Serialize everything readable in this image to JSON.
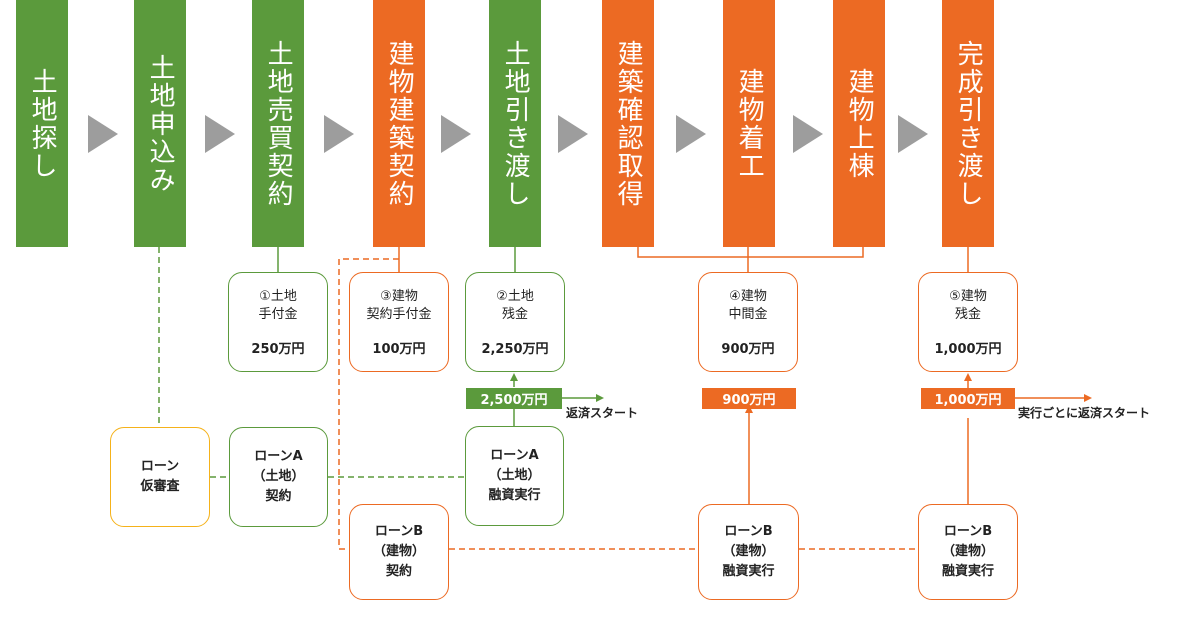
{
  "stages": [
    {
      "label": "土地探し"
    },
    {
      "label": "土地申込み"
    },
    {
      "label": "土地売買契約"
    },
    {
      "label": "建物建築契約"
    },
    {
      "label": "土地引き渡し"
    },
    {
      "label": "建築確認取得"
    },
    {
      "label": "建物着工"
    },
    {
      "label": "建物上棟"
    },
    {
      "label": "完成引き渡し"
    }
  ],
  "payments": [
    {
      "l1": "①土地",
      "l2": "手付金",
      "amount": "250万円"
    },
    {
      "l1": "③建物",
      "l2": "契約手付金",
      "amount": "100万円"
    },
    {
      "l1": "②土地",
      "l2": "残金",
      "amount": "2,250万円"
    },
    {
      "l1": "④建物",
      "l2": "中間金",
      "amount": "900万円"
    },
    {
      "l1": "⑤建物",
      "l2": "残金",
      "amount": "1,000万円"
    }
  ],
  "loans": {
    "prescreen": {
      "l1": "ローン",
      "l2": "仮審査"
    },
    "a_contract": {
      "l1": "ローンA",
      "l2": "（土地）",
      "l3": "契約"
    },
    "a_exec": {
      "l1": "ローンA",
      "l2": "（土地）",
      "l3": "融資実行"
    },
    "b_contract": {
      "l1": "ローンB",
      "l2": "（建物）",
      "l3": "契約"
    },
    "b_exec1": {
      "l1": "ローンB",
      "l2": "（建物）",
      "l3": "融資実行"
    },
    "b_exec2": {
      "l1": "ローンB",
      "l2": "（建物）",
      "l3": "融資実行"
    }
  },
  "tags": {
    "a": "2,500万円",
    "b1": "900万円",
    "b2": "1,000万円"
  },
  "notes": {
    "repay_start": "返済スタート",
    "repay_each": "実行ごとに返済スタート"
  },
  "colors": {
    "green": "#5b9a3c",
    "orange": "#ec6a23",
    "yellow": "#f5b21a",
    "arrow": "#9d9d9d"
  }
}
